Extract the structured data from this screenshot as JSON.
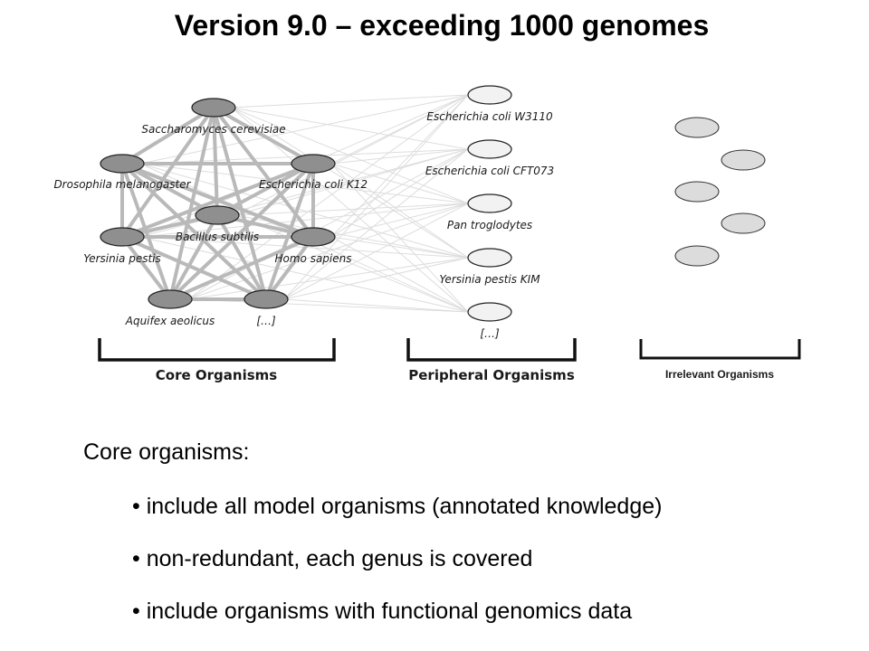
{
  "title": "Version 9.0 – exceeding 1000 genomes",
  "diagram": {
    "core": {
      "label": "Core Organisms",
      "nodes": [
        "Saccharomyces cerevisiae",
        "Drosophila melanogaster",
        "Escherichia coli K12",
        "Bacillus subtilis",
        "Yersinia pestis",
        "Homo sapiens",
        "Aquifex aeolicus",
        "[…]"
      ]
    },
    "peripheral": {
      "label": "Peripheral Organisms",
      "nodes": [
        "Escherichia coli W3110",
        "Escherichia coli CFT073",
        "Pan troglodytes",
        "Yersinia pestis KIM",
        "[…]"
      ]
    },
    "irrelevant": {
      "label": "Irrelevant Organisms"
    },
    "colors": {
      "core_node": "#8f8f8f",
      "peripheral_node": "#f2f2f2",
      "irrelevant_node": "#dcdcdc",
      "core_edge": "#b9b9b9",
      "peripheral_edge": "#dddddd",
      "bracket": "#111111"
    }
  },
  "subheading": "Core organisms:",
  "bullets": [
    "• include all model organisms (annotated knowledge)",
    "• non-redundant, each genus is covered",
    "• include organisms with functional genomics data"
  ]
}
